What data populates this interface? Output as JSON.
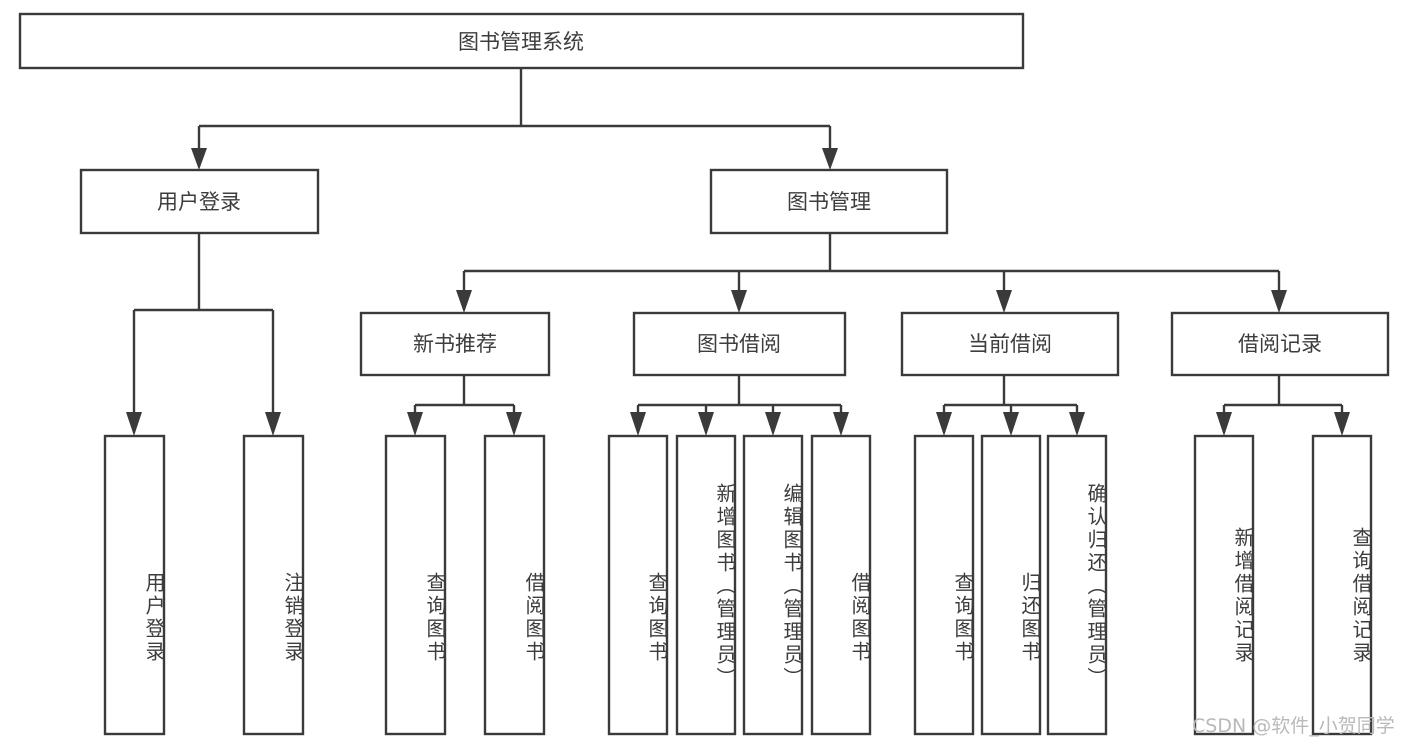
{
  "diagram": {
    "type": "tree-hierarchy",
    "title_node": {
      "label": "图书管理系统"
    },
    "level2": [
      {
        "label": "用户登录"
      },
      {
        "label": "图书管理"
      }
    ],
    "level3": [
      {
        "label": "新书推荐"
      },
      {
        "label": "图书借阅"
      },
      {
        "label": "当前借阅"
      },
      {
        "label": "借阅记录"
      }
    ],
    "leaves": {
      "user_login": [
        {
          "label": "用户登录"
        },
        {
          "label": "注销登录"
        }
      ],
      "new_book_recommend": [
        {
          "label": "查询图书"
        },
        {
          "label": "借阅图书"
        }
      ],
      "book_borrow": [
        {
          "label": "查询图书"
        },
        {
          "label": "新增图书（管理员）"
        },
        {
          "label": "编辑图书（管理员）"
        },
        {
          "label": "借阅图书"
        }
      ],
      "current_borrow": [
        {
          "label": "查询图书"
        },
        {
          "label": "归还图书"
        },
        {
          "label": "确认归还（管理员）"
        }
      ],
      "borrow_record": [
        {
          "label": "新增借阅记录"
        },
        {
          "label": "查询借阅记录"
        }
      ]
    },
    "watermark": {
      "text": "CSDN @软件_小贺同学"
    },
    "colors": {
      "stroke": "#3a3a3a",
      "fill": "#ffffff",
      "text": "#3d3d3d",
      "watermark": "#b9b9b9",
      "background": "#ffffff"
    }
  }
}
